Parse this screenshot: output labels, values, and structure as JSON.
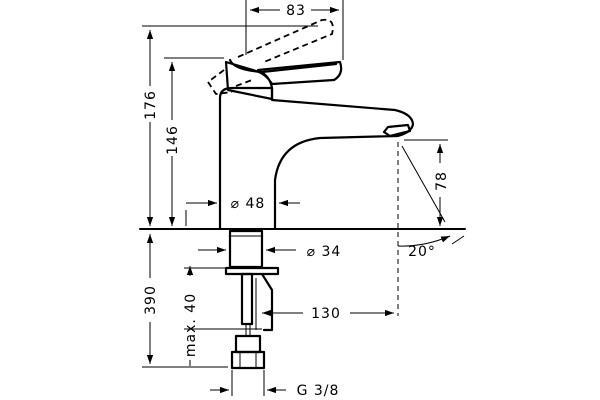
{
  "dimensions": {
    "handle_reach": "83",
    "total_height": "176",
    "spout_top_height": "146",
    "spout_clearance": "78",
    "body_diameter": "⌀ 48",
    "shank_diameter": "⌀ 34",
    "spout_angle": "20°",
    "below_counter": "390",
    "max_counter_thickness": "max. 40",
    "spout_projection": "130",
    "connection_thread": "G 3/8"
  },
  "colors": {
    "line": "#000000",
    "background": "#ffffff"
  }
}
